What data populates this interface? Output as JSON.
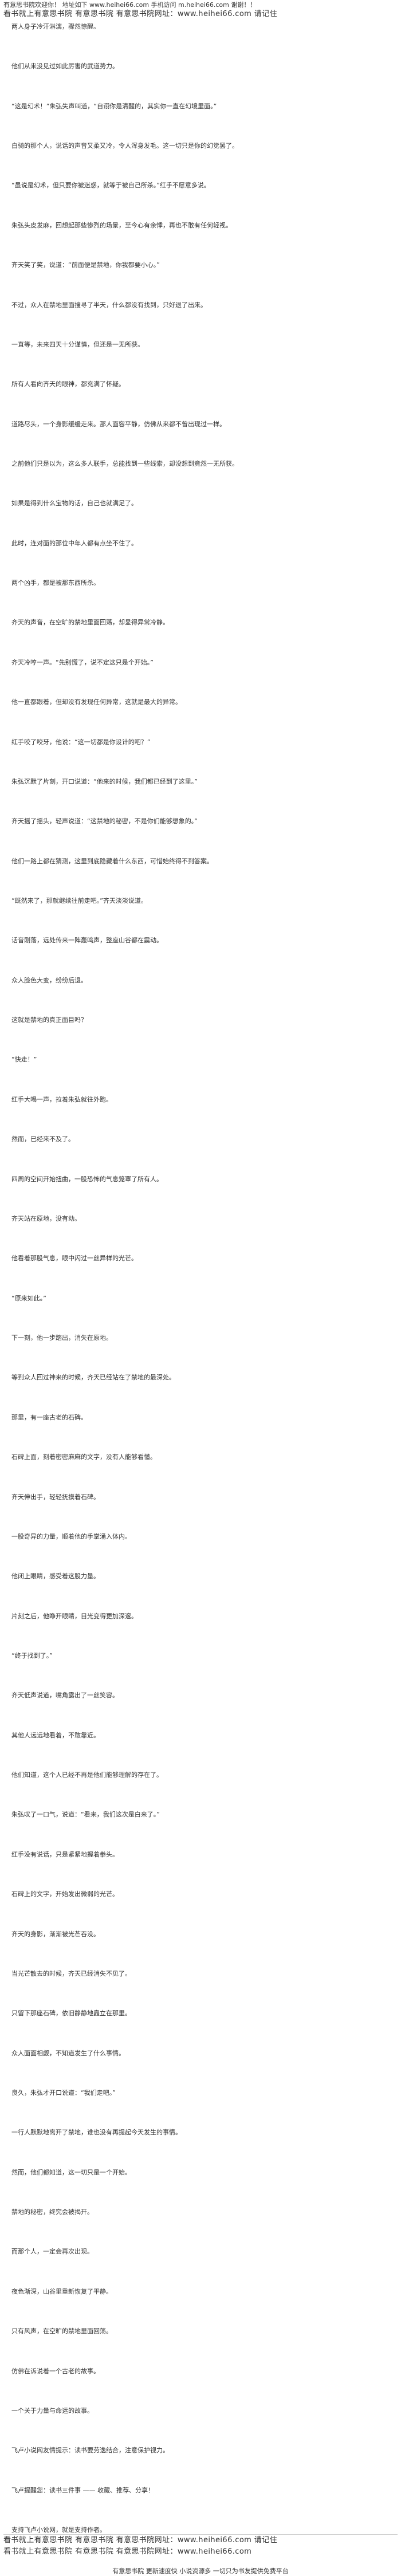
{
  "topbar": {
    "line1": "有意思书院欢迎你！ 地址如下 www.heihei66.com 手机访问 m.heihei66.com 谢谢！！",
    "line2": "看书就上有意思书院 有意思书院 有意思书院网址：www.heihei66.com 请记住"
  },
  "paragraphs": [
    "两人身子冷汗淋漓，骤然惊醒。",
    "他们从来没见过如此厉害的武道势力。",
    "“这是幻术！”朱弘失声叫道，“自诩你是清醒的，其实你一直在幻境里面。”",
    "白骑的那个人，说话的声音又柔又冷，令人浑身发毛。这一切只是你的幻觉罢了。",
    "“虽说是幻术，但只要你被迷惑，就等于被自己所杀。”红手不愿意多说。",
    "朱弘头皮发麻，回想起那些惨烈的场景，至今心有余悸，再也不敢有任何轻视。",
    "齐天笑了笑，说道：“前面便是禁地，你我都要小心。”",
    "不过，众人在禁地里面搜寻了半天，什么都没有找到，只好退了出来。",
    "一直等，未来四天十分谨慎，但还是一无所获。",
    "所有人看向齐天的眼神，都充满了怀疑。",
    "道路尽头，一个身影缓缓走来。那人面容平静，仿佛从来都不曾出现过一样。",
    "之前他们只是以为，这么多人联手，总能找到一些线索，却没想到竟然一无所获。",
    "如果是得到什么宝物的话，自己也就满足了。",
    "此时，连对面的那位中年人都有点坐不住了。",
    "两个凶手，都是被那东西所杀。",
    "齐天的声音，在空旷的禁地里面回荡，却显得异常冷静。",
    "齐天冷哼一声。“先别慌了，说不定这只是个开始。”",
    "他一直都跟着，但却没有发现任何异常，这就是最大的异常。",
    "红手咬了咬牙，他说：“这一切都是你设计的吧？”",
    "朱弘沉默了片刻，开口说道：“他来的时候，我们都已经到了这里。”",
    "齐天摇了摇头，轻声说道：“这禁地的秘密，不是你们能够想象的。”",
    "他们一路上都在猜测，这里到底隐藏着什么东西，可惜始终得不到答案。",
    "“既然来了，那就继续往前走吧。”齐天淡淡说道。",
    "话音刚落，远处传来一阵轰鸣声，整座山谷都在震动。",
    "众人脸色大变，纷纷后退。",
    "这就是禁地的真正面目吗？",
    "“快走！”",
    "红手大喝一声，拉着朱弘就往外跑。",
    "然而，已经来不及了。",
    "四周的空间开始扭曲，一股恐怖的气息笼罩了所有人。",
    "齐天站在原地，没有动。",
    "他看着那股气息，眼中闪过一丝异样的光芒。",
    "“原来如此。”",
    "下一刻，他一步踏出，消失在原地。",
    "等到众人回过神来的时候，齐天已经站在了禁地的最深处。",
    "那里，有一座古老的石碑。",
    "石碑上面，刻着密密麻麻的文字，没有人能够看懂。",
    "齐天伸出手，轻轻抚摸着石碑。",
    "一股奇异的力量，顺着他的手掌涌入体内。",
    "他闭上眼睛，感受着这股力量。",
    "片刻之后，他睁开眼睛，目光变得更加深邃。",
    "“终于找到了。”",
    "齐天低声说道，嘴角露出了一丝笑容。",
    "其他人远远地看着，不敢靠近。",
    "他们知道，这个人已经不再是他们能够理解的存在了。",
    "朱弘叹了一口气，说道：“看来，我们这次是白来了。”",
    "红手没有说话，只是紧紧地握着拳头。",
    "石碑上的文字，开始发出微弱的光芒。",
    "齐天的身影，渐渐被光芒吞没。",
    "当光芒散去的时候，齐天已经消失不见了。",
    "只留下那座石碑，依旧静静地矗立在那里。",
    "众人面面相觑，不知道发生了什么事情。",
    "良久，朱弘才开口说道：“我们走吧。”",
    "一行人默默地离开了禁地，谁也没有再提起今天发生的事情。",
    "然而，他们都知道，这一切只是一个开始。",
    "禁地的秘密，终究会被揭开。",
    "而那个人，一定会再次出现。",
    "夜色渐深，山谷里重新恢复了平静。",
    "只有风声，在空旷的禁地里面回荡。",
    "仿佛在诉说着一个古老的故事。",
    "一个关于力量与命运的故事。",
    "飞卢小说网友情提示：读书要劳逸结合，注意保护视力。",
    "飞卢提醒您：读书三件事 —— 收藏、推荐、分享！",
    "支持飞卢小说网，就是支持作者。"
  ],
  "bottom": {
    "line1": "看书就上有意思书院 有意思书院 有意思书院网址：www.heihei66.com 请记住",
    "line2": "看书就上有意思书院 有意思书院 有意思书院网址：www.heihei66.com"
  },
  "footer": "有意思书院 更新速度快 小说资源多 一切只为书友提供免费平台"
}
